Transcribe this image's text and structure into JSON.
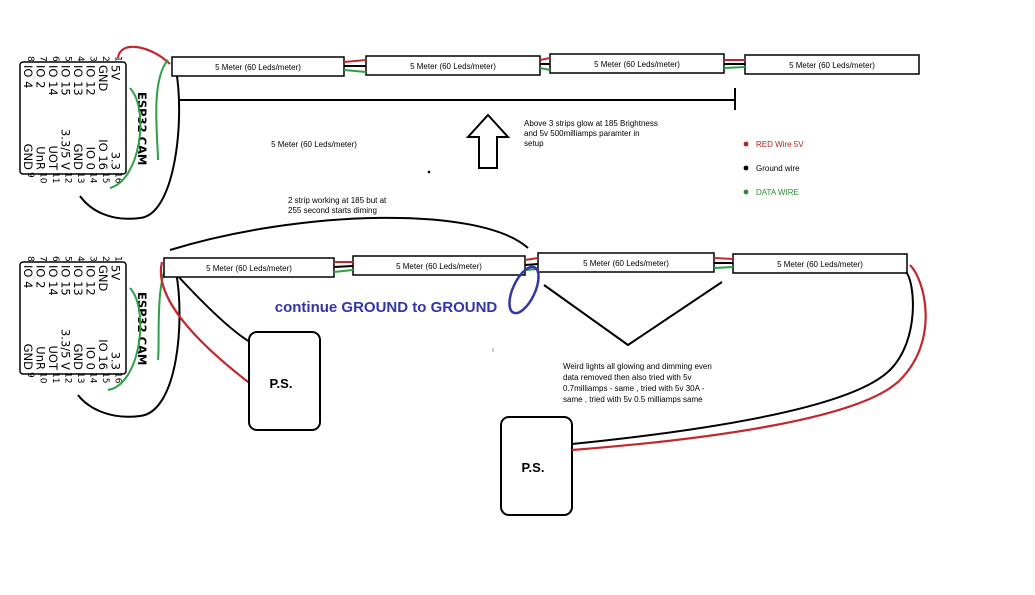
{
  "strip_label": "5 Meter (60 Leds/meter)",
  "esp_module": {
    "name": "ESP32 CAM",
    "left_pins": [
      "5V",
      "GND",
      "IO 12",
      "IO 13",
      "IO 15",
      "IO 14",
      "IO 2",
      "IO 4"
    ],
    "left_nums": [
      "1",
      "2",
      "3",
      "4",
      "5",
      "6",
      "7",
      "8"
    ],
    "right_pins": [
      "3.3",
      "IO 16",
      "IO 0",
      "GND",
      "3.3/5 V",
      "UOT",
      "UnR",
      "GND"
    ],
    "right_nums": [
      "16",
      "15",
      "14",
      "13",
      "12",
      "11",
      "10",
      "9"
    ]
  },
  "notes": {
    "above": "Above 3 strips glow at 185 Brightness and 5v 500milliamps paramter in setup",
    "above_lines": [
      "Above 3 strips glow at 185 Brightness",
      "and 5v 500milliamps paramter in",
      "setup"
    ],
    "strip2": "2 strip working at 185 but at 255 second starts diming",
    "strip2_lines": [
      "2 strip working at 185 but at",
      "255 second starts diming"
    ],
    "ground": "continue GROUND to GROUND",
    "weird": "Weird lights all glowing and dimming even data removed then also tried with 5v 0.7milliamps - same , tried with 5v 30A - same , tried with 5v 0.5 milliamps same",
    "weird_lines": [
      "Weird lights all glowing and dimming even",
      "data removed then also tried with 5v",
      "0.7milliamps - same , tried with 5v 30A -",
      "same , tried with 5v 0.5 milliamps same"
    ]
  },
  "power_supply_label": "P.S.",
  "legend": [
    {
      "label": "RED Wire 5V",
      "color": "#b22222"
    },
    {
      "label": "Ground wire",
      "color": "#000000"
    },
    {
      "label": "DATA WIRE",
      "color": "#2e8b3a"
    }
  ],
  "colors": {
    "red_wire": "#c0282d",
    "ground_wire": "#000000",
    "data_wire": "#2ea043",
    "ground_note": "#3236a8"
  }
}
